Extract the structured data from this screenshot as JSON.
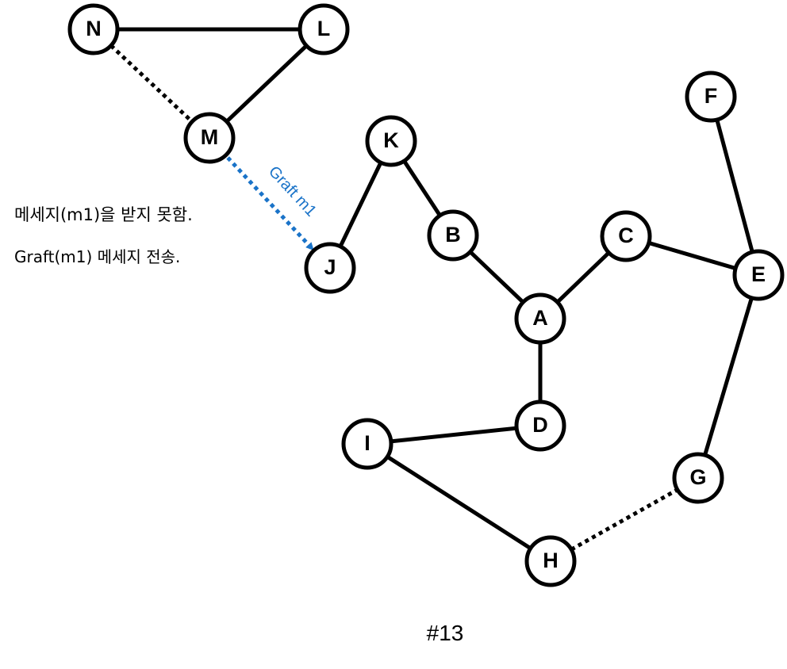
{
  "nodes": [
    {
      "id": "N",
      "label": "N"
    },
    {
      "id": "L",
      "label": "L"
    },
    {
      "id": "M",
      "label": "M"
    },
    {
      "id": "K",
      "label": "K"
    },
    {
      "id": "F",
      "label": "F"
    },
    {
      "id": "B",
      "label": "B"
    },
    {
      "id": "C",
      "label": "C"
    },
    {
      "id": "J",
      "label": "J"
    },
    {
      "id": "E",
      "label": "E"
    },
    {
      "id": "A",
      "label": "A"
    },
    {
      "id": "D",
      "label": "D"
    },
    {
      "id": "I",
      "label": "I"
    },
    {
      "id": "G",
      "label": "G"
    },
    {
      "id": "H",
      "label": "H"
    }
  ],
  "edges": [
    {
      "from": "N",
      "to": "L",
      "style": "solid"
    },
    {
      "from": "L",
      "to": "M",
      "style": "solid"
    },
    {
      "from": "N",
      "to": "M",
      "style": "dotted"
    },
    {
      "from": "K",
      "to": "J",
      "style": "solid"
    },
    {
      "from": "K",
      "to": "B",
      "style": "solid"
    },
    {
      "from": "B",
      "to": "A",
      "style": "solid"
    },
    {
      "from": "A",
      "to": "C",
      "style": "solid"
    },
    {
      "from": "C",
      "to": "E",
      "style": "solid"
    },
    {
      "from": "F",
      "to": "E",
      "style": "solid"
    },
    {
      "from": "E",
      "to": "G",
      "style": "solid"
    },
    {
      "from": "A",
      "to": "D",
      "style": "solid"
    },
    {
      "from": "D",
      "to": "I",
      "style": "solid"
    },
    {
      "from": "I",
      "to": "H",
      "style": "solid"
    },
    {
      "from": "H",
      "to": "G",
      "style": "dotted"
    }
  ],
  "graft_arrow": {
    "from": "M",
    "to": "J",
    "label": "Graft m1",
    "color": "#1a73c8"
  },
  "notes": {
    "line1": "메세지(m1)을 받지 못함.",
    "line2": "Graft(m1) 메세지 전송."
  },
  "caption": "#13"
}
